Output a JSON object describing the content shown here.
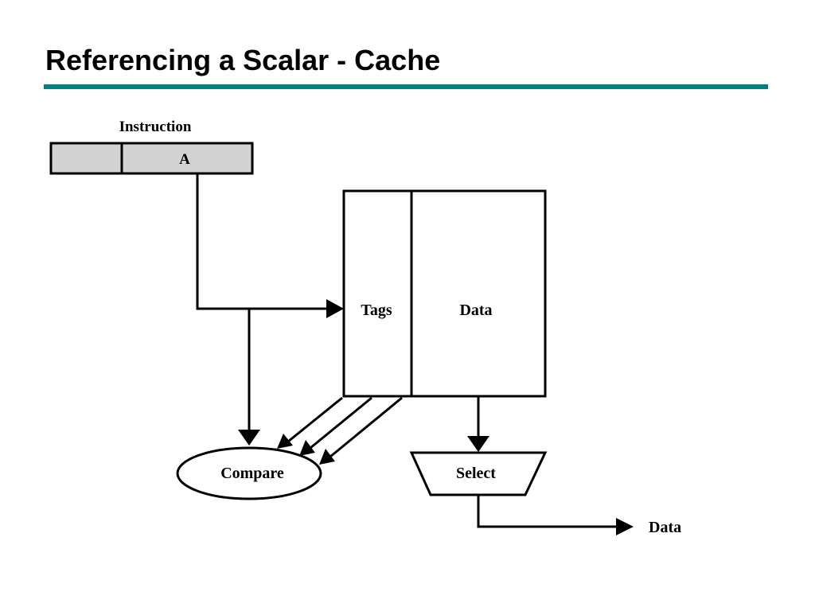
{
  "slide": {
    "title": "Referencing a Scalar - Cache",
    "accent_color": "#008080"
  },
  "diagram": {
    "instruction_label": "Instruction",
    "instruction_field_a": "A",
    "tags_label": "Tags",
    "data_label": "Data",
    "compare_label": "Compare",
    "select_label": "Select",
    "output_label": "Data",
    "field_fill": "#d3d3d3"
  }
}
